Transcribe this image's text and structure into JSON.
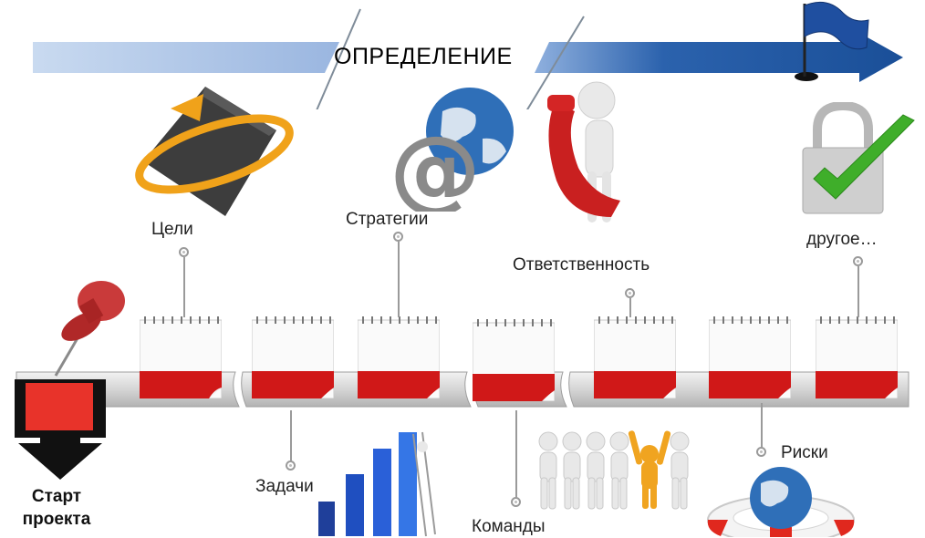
{
  "title": "ОПРЕДЕЛЕНИЕ",
  "start_label_line1": "Старт",
  "start_label_line2": "проекта",
  "items": {
    "goals": "Цели",
    "strategies": "Стратегии",
    "responsibility": "Ответственность",
    "other": "другое…",
    "tasks": "Задачи",
    "teams": "Команды",
    "risks": "Риски"
  },
  "colors": {
    "arrow_blue": "#1f5aa6",
    "arrow_light": "#a9c3e6",
    "calendar_red": "#d01818",
    "start_red": "#e8332a"
  }
}
